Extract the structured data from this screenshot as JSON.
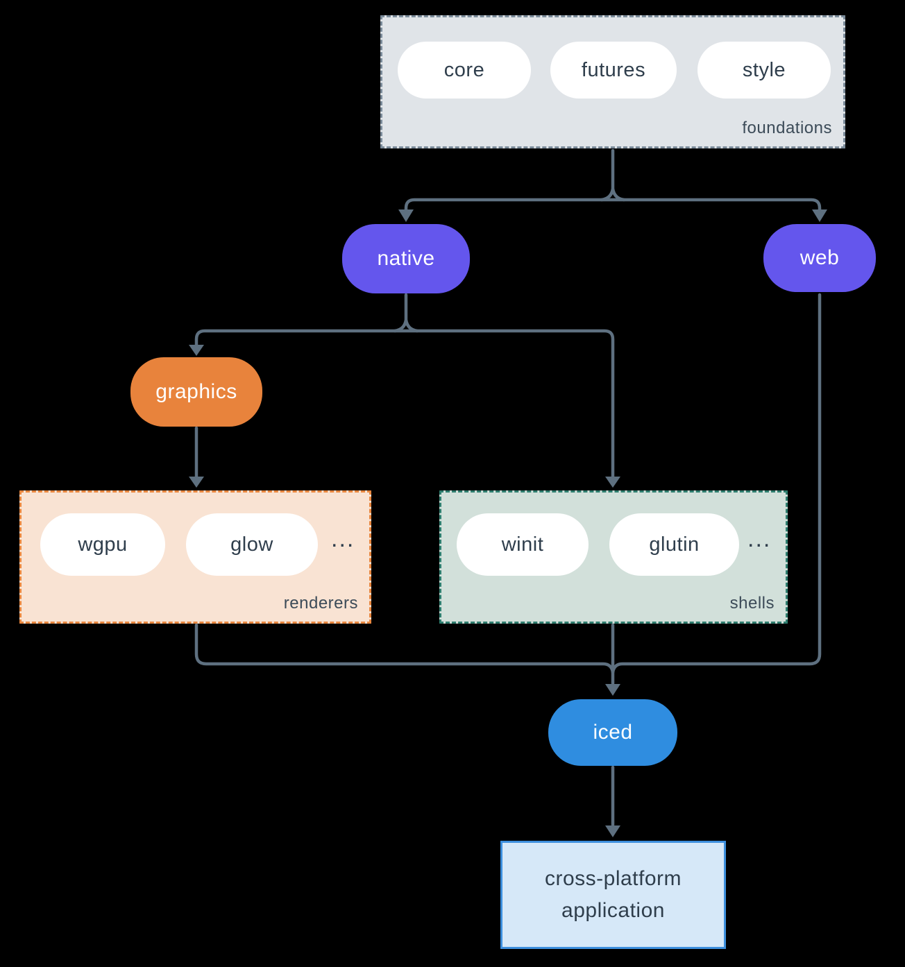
{
  "diagram": {
    "foundations": {
      "label": "foundations",
      "pills": [
        "core",
        "futures",
        "style"
      ]
    },
    "native": {
      "label": "native"
    },
    "web": {
      "label": "web"
    },
    "graphics": {
      "label": "graphics"
    },
    "renderers": {
      "label": "renderers",
      "pills": [
        "wgpu",
        "glow"
      ],
      "ellipsis": "..."
    },
    "shells": {
      "label": "shells",
      "pills": [
        "winit",
        "glutin"
      ],
      "ellipsis": "..."
    },
    "iced": {
      "label": "iced"
    },
    "application": {
      "label": "cross-platform application"
    },
    "colors": {
      "background": "#000000",
      "connector": "#5E7080",
      "node_purple": "#6456ED",
      "node_orange": "#E8833C",
      "node_blue": "#2F8DE0",
      "pill_fill": "#FFFFFF",
      "text_dark": "#2F3E4C",
      "foundations_fill": "#E0E4E8",
      "foundations_border": "#7A8A99",
      "renderers_fill": "#F9E3D3",
      "renderers_border": "#E8873F",
      "shells_fill": "#D2E0DA",
      "shells_border": "#2E7D6E",
      "application_fill": "#D6E8F8",
      "application_border": "#3D8FDD"
    }
  }
}
